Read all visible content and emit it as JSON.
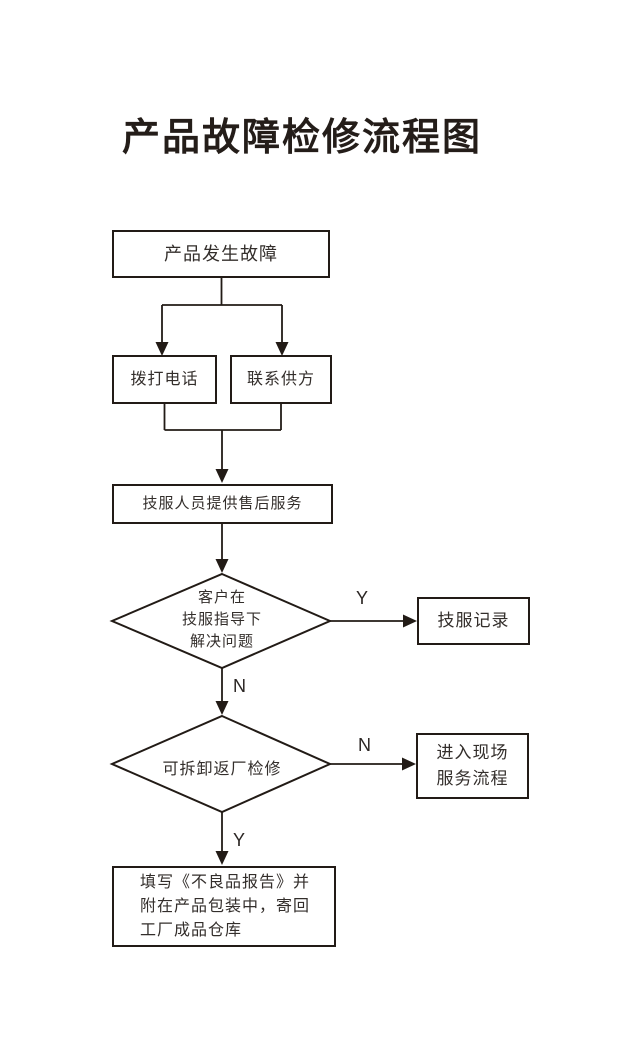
{
  "page": {
    "title": "产品故障检修流程图",
    "background_color": "#ffffff",
    "ink_color": "#221b16"
  },
  "flowchart": {
    "nodes": {
      "start": {
        "type": "process",
        "label": "产品发生故障"
      },
      "call": {
        "type": "process",
        "label": "拨打电话"
      },
      "contact": {
        "type": "process",
        "label": "联系供方"
      },
      "service": {
        "type": "process",
        "label": "技服人员提供售后服务"
      },
      "decision1": {
        "type": "decision",
        "lines": [
          "客户在",
          "技服指导下",
          "解决问题"
        ]
      },
      "record": {
        "type": "process",
        "label": "技服记录"
      },
      "decision2": {
        "type": "decision",
        "label": "可拆卸返厂检修"
      },
      "onsite": {
        "type": "process",
        "lines": [
          "进入现场",
          "服务流程"
        ]
      },
      "report": {
        "type": "process",
        "lines": [
          "填写《不良品报告》并",
          "附在产品包装中，寄回",
          "工厂成品仓库"
        ]
      }
    },
    "edges": [
      {
        "from": "start",
        "to": "call",
        "label": ""
      },
      {
        "from": "start",
        "to": "contact",
        "label": ""
      },
      {
        "from": "call",
        "to": "service",
        "label": ""
      },
      {
        "from": "contact",
        "to": "service",
        "label": ""
      },
      {
        "from": "service",
        "to": "decision1",
        "label": ""
      },
      {
        "from": "decision1",
        "to": "record",
        "label": "Y"
      },
      {
        "from": "decision1",
        "to": "decision2",
        "label": "N"
      },
      {
        "from": "decision2",
        "to": "onsite",
        "label": "N"
      },
      {
        "from": "decision2",
        "to": "report",
        "label": "Y"
      }
    ]
  }
}
